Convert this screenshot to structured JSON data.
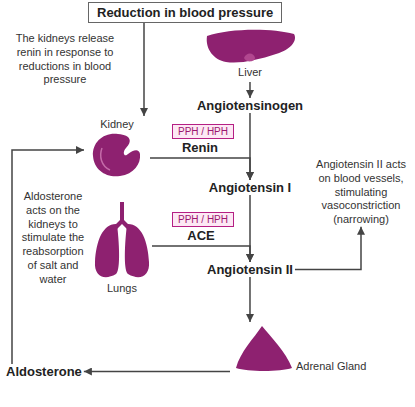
{
  "diagram": {
    "nodes": [
      {
        "text": [
          "Reduction in blood pressure"
        ]
      },
      {
        "text": [
          "Liver"
        ]
      },
      {
        "text": [
          "Angiotensinogen"
        ]
      },
      {
        "text": [
          "Kidney"
        ]
      },
      {
        "text": [
          "PPH / HPH"
        ]
      },
      {
        "text": [
          "Angiotensin I"
        ]
      },
      {
        "text": [
          "PPH / HPH"
        ]
      },
      {
        "text": [
          "Lungs"
        ]
      },
      {
        "text": [
          "Angiotensin II"
        ]
      },
      {
        "text": [
          "Angiotensin II acts on blood vessels, stimulating vasoconstriction (narrowing)"
        ]
      },
      {
        "text": [
          "Adrenal Gland"
        ]
      },
      {
        "text": [
          "Aldosterone"
        ]
      }
    ],
    "edges": [
      {
        "from": 0,
        "to": 3,
        "arrow": "to"
      },
      {
        "from": 1,
        "to": 2,
        "arrow": "to"
      },
      {
        "from": 2,
        "to": 5,
        "arrow": "to"
      },
      {
        "from": 3,
        "to": 5,
        "label": "Renin",
        "arrow": "to"
      },
      {
        "from": 7,
        "to": 8,
        "label": "ACE",
        "arrow": "to"
      },
      {
        "from": 5,
        "to": 8,
        "arrow": "to"
      },
      {
        "from": 8,
        "to": 9,
        "arrow": "to"
      },
      {
        "from": 8,
        "to": 10,
        "arrow": "to"
      },
      {
        "from": 10,
        "to": 11,
        "arrow": "to"
      },
      {
        "from": 11,
        "to": 3,
        "arrow": "to"
      }
    ],
    "labels": [
      "The kidneys release renin in response to reductions in blood pressure",
      "Aldosterone acts on the kidneys to stimulate the reabsorption of salt and water"
    ]
  }
}
